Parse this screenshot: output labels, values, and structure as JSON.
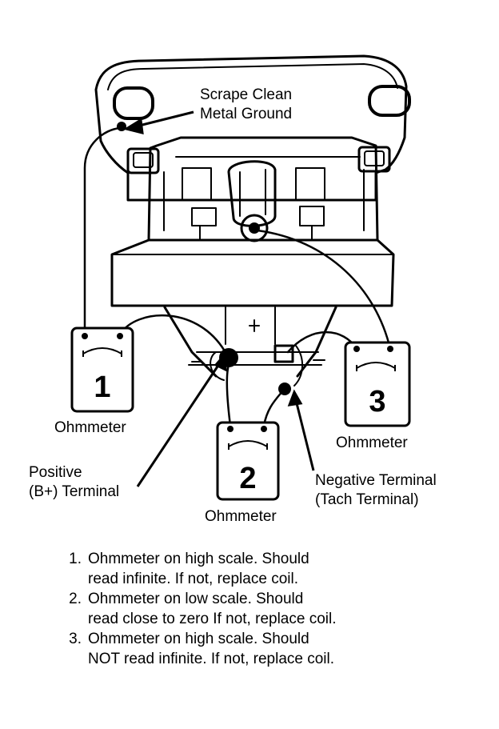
{
  "labels": {
    "ground": [
      "Scrape Clean",
      "Metal Ground"
    ],
    "positive": [
      "Positive",
      "(B+) Terminal"
    ],
    "negative": [
      "Negative Terminal",
      "(Tach Terminal)"
    ],
    "ohmmeter": "Ohmmeter"
  },
  "meters": [
    {
      "num": "1",
      "label": "Ohmmeter"
    },
    {
      "num": "2",
      "label": "Ohmmeter"
    },
    {
      "num": "3",
      "label": "Ohmmeter"
    }
  ],
  "steps": [
    {
      "num": "1.",
      "lines": [
        "Ohmmeter on high scale. Should",
        "read infinite. If not, replace coil."
      ]
    },
    {
      "num": "2.",
      "lines": [
        "Ohmmeter on low scale. Should",
        "read close to zero If not, replace coil."
      ]
    },
    {
      "num": "3.",
      "lines": [
        "Ohmmeter on high scale. Should",
        "NOT read infinite. If not, replace coil."
      ]
    }
  ],
  "colors": {
    "ink": "#000000",
    "paper": "#ffffff"
  }
}
